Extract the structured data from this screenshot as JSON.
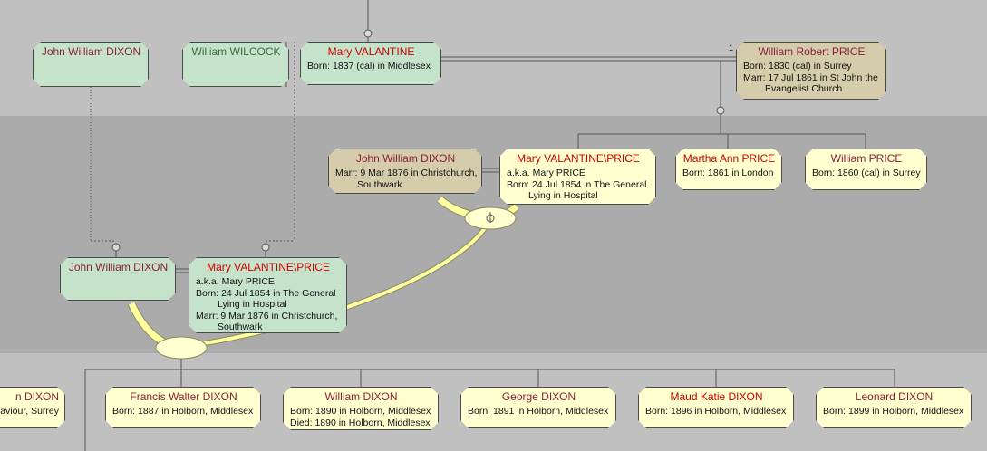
{
  "colors": {
    "card_green": "#c5e2cb",
    "card_tan": "#d4ccaa",
    "card_yellow": "#ffffd0",
    "name_red": "#cc0000",
    "name_maroon": "#8b1f3a",
    "wire_yellow": "#ffffa0"
  },
  "marriage_count": "1",
  "persons": {
    "john_dixon_top": {
      "name": "John William DIXON"
    },
    "william_wilcock": {
      "name": "William WILCOCK"
    },
    "mary_valantine": {
      "name": "Mary  VALANTINE",
      "line1": "Born: 1837 (cal) in Middlesex"
    },
    "william_robert_price": {
      "name": "William Robert PRICE",
      "line1": "Born: 1830 (cal) in Surrey",
      "line2": "Marr: 17 Jul 1861 in St John the",
      "line3": "Evangelist Church"
    },
    "john_dixon_spouse": {
      "name": "John William DIXON",
      "line1": "Marr: 9 Mar 1876 in Christchurch,",
      "line2": "Southwark"
    },
    "mary_valantine_price": {
      "name": "Mary  VALANTINE\\PRICE",
      "line1": "a.k.a.  Mary  PRICE",
      "line2": "Born: 24 Jul 1854 in The General",
      "line3": "Lying in Hospital"
    },
    "martha_ann_price": {
      "name": "Martha Ann PRICE",
      "line1": "Born: 1861 in London"
    },
    "william_price": {
      "name": "William PRICE",
      "line1": "Born: 1860 (cal) in Surrey"
    },
    "john_dixon_focus": {
      "name": "John William DIXON"
    },
    "mary_valantine_price_focus": {
      "name": "Mary  VALANTINE\\PRICE",
      "line1": "a.k.a.  Mary  PRICE",
      "line2": "Born: 24 Jul 1854 in The General",
      "line3": "Lying in Hospital",
      "line4": "Marr: 9 Mar 1876 in Christchurch,",
      "line5": "Southwark"
    },
    "partial_dixon": {
      "name": "n DIXON",
      "line1": "aviour, Surrey"
    },
    "francis_walter_dixon": {
      "name": "Francis Walter DIXON",
      "line1": "Born: 1887 in Holborn, Middlesex"
    },
    "william_dixon": {
      "name": "William DIXON",
      "line1": "Born: 1890 in Holborn, Middlesex",
      "line2": "Died: 1890 in Holborn, Middlesex"
    },
    "george_dixon": {
      "name": "George DIXON",
      "line1": "Born: 1891 in Holborn, Middlesex"
    },
    "maud_katie_dixon": {
      "name": "Maud Katie DIXON",
      "line1": "Born: 1896 in Holborn, Middlesex"
    },
    "leonard_dixon": {
      "name": "Leonard DIXON",
      "line1": "Born: 1899 in Holborn, Middlesex"
    }
  }
}
